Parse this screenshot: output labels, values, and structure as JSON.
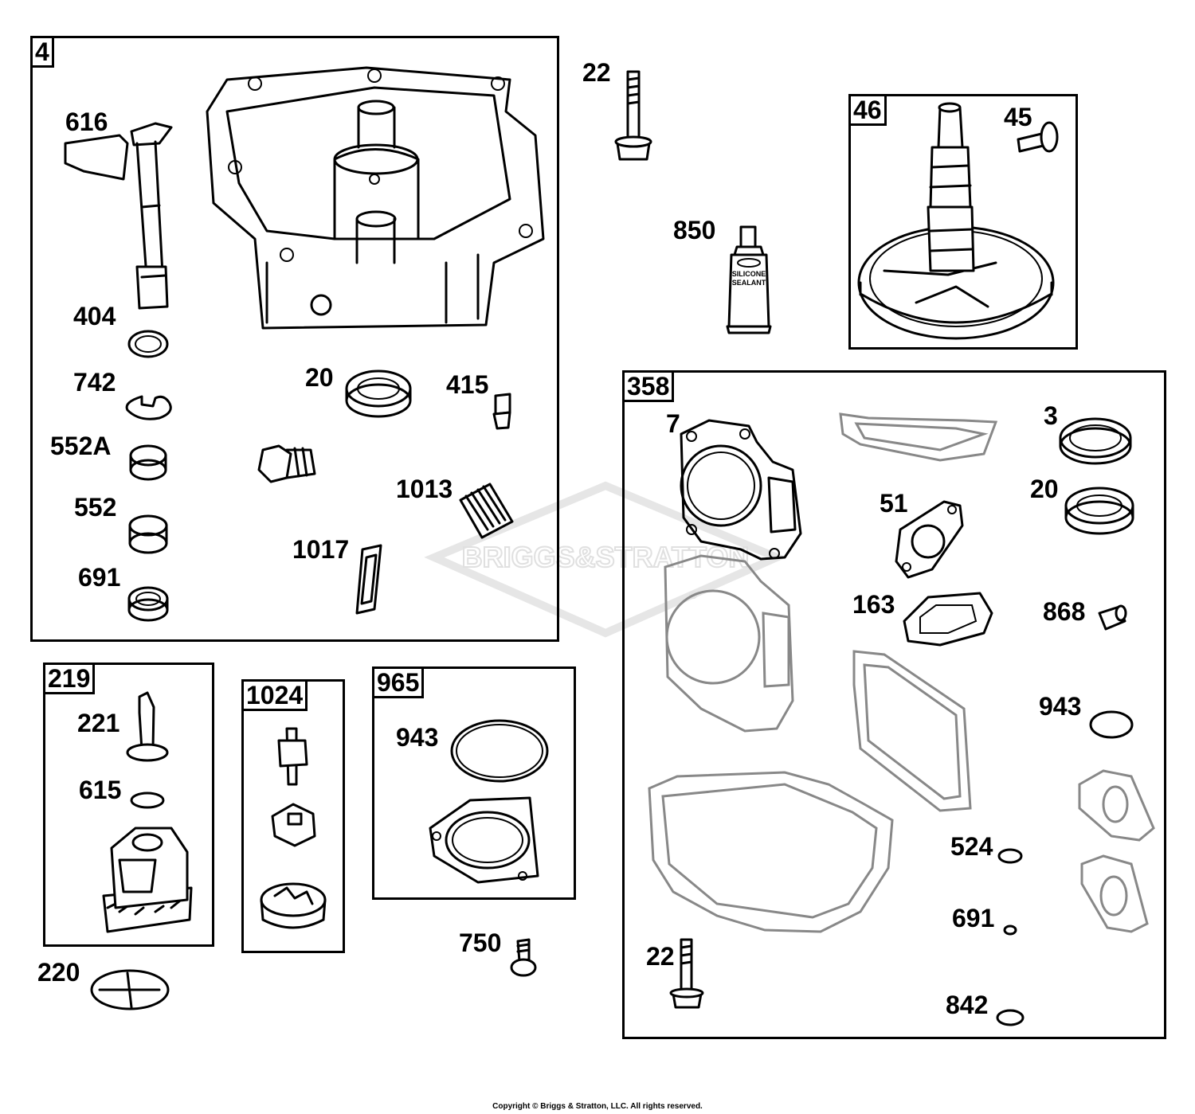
{
  "watermark": {
    "text": "BRIGGS&STRATTON",
    "mark": "®"
  },
  "copyright": "Copyright © Briggs & Stratton, LLC. All rights reserved.",
  "assemblies": {
    "a4": {
      "number": "4",
      "parts": [
        "616",
        "404",
        "742",
        "552A",
        "552",
        "691",
        "20",
        "415",
        "1013",
        "1017"
      ]
    },
    "a46": {
      "number": "46",
      "parts": [
        "45"
      ]
    },
    "a358": {
      "number": "358",
      "parts": [
        "7",
        "3",
        "20",
        "51",
        "163",
        "868",
        "943",
        "524",
        "691",
        "22",
        "842"
      ]
    },
    "a219": {
      "number": "219",
      "parts": [
        "221",
        "615"
      ]
    },
    "a1024": {
      "number": "1024",
      "parts": []
    },
    "a965": {
      "number": "965",
      "parts": [
        "943"
      ]
    }
  },
  "loose_parts": [
    "22",
    "850",
    "220",
    "750"
  ],
  "sealant_tube": {
    "line1": "SILICONE",
    "line2": "SEALANT"
  }
}
